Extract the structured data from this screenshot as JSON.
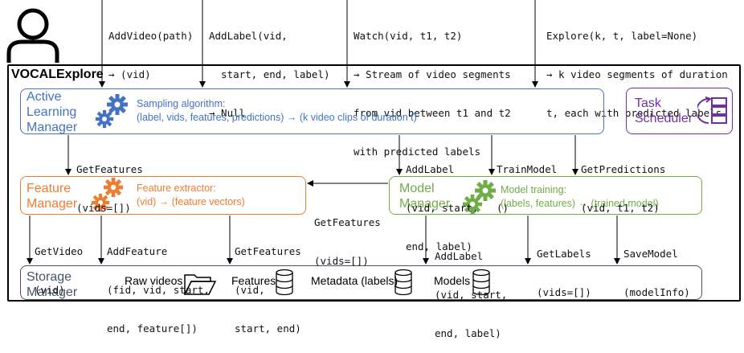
{
  "title": "VOCALExplore",
  "api": {
    "add_video": [
      "AddVideo(path)",
      "→ (vid)"
    ],
    "add_label": [
      "AddLabel(vid,",
      "  start, end, label)",
      "→ Null"
    ],
    "watch": [
      "Watch(vid, t1, t2)",
      "→ Stream of video segments",
      "from vid between t1 and t2",
      "with predicted labels"
    ],
    "explore": [
      "Explore(k, t, label=None)",
      "→ k video segments of duration",
      "t, each with predicted labels"
    ]
  },
  "active_learning": {
    "name": [
      "Active",
      "Learning",
      "Manager"
    ],
    "desc_title": "Sampling algorithm:",
    "desc_body": "(label, vids, features, predictions) → (k video clips of duration t)"
  },
  "task_scheduler": {
    "name": [
      "Task",
      "Scheduler"
    ]
  },
  "feature_manager": {
    "name": [
      "Feature",
      "Manager"
    ],
    "desc_title": "Feature extractor:",
    "desc_body": "(vid) → (feature vectors)"
  },
  "model_manager": {
    "name": [
      "Model",
      "Manager"
    ],
    "desc_title": "Model training:",
    "desc_body": "(labels, features) → (trained model)"
  },
  "storage_manager": {
    "name": [
      "Storage",
      "Manager"
    ],
    "items": [
      "Raw videos",
      "Features",
      "Metadata (labels)",
      "Models"
    ]
  },
  "calls": {
    "alm_to_fm": [
      "GetFeatures",
      "(vids=[])"
    ],
    "alm_addlabel": [
      "AddLabel",
      "(vid, start,",
      "end, label)"
    ],
    "alm_train": [
      "TrainModel",
      "()"
    ],
    "alm_getpred": [
      "GetPredictions",
      "(vid, t1, t2)"
    ],
    "mm_to_fm": [
      "GetFeatures",
      "(vids=[])"
    ],
    "fm_getvideo": [
      "GetVideo",
      "(vid)"
    ],
    "fm_addfeature": [
      "AddFeature",
      "(fid, vid, start,",
      "end, feature[])"
    ],
    "fm_getfeatures": [
      "GetFeatures",
      "(vid,",
      "start, end)"
    ],
    "mm_addlabel": [
      "AddLabel",
      "(vid, start,",
      "end, label)"
    ],
    "mm_getlabels": [
      "GetLabels",
      "(vids=[])"
    ],
    "mm_savemodel": [
      "SaveModel",
      "(modelInfo)"
    ]
  },
  "colors": {
    "blue": "#4472c4",
    "orange": "#ed7d31",
    "green": "#70ad47",
    "purple": "#7030a0",
    "gray": "#44546a"
  }
}
